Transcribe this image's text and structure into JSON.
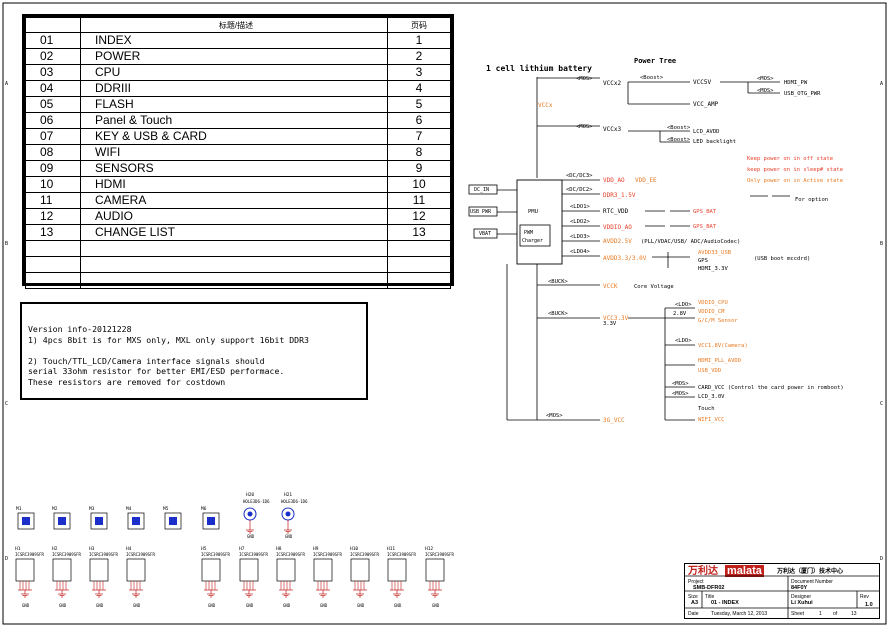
{
  "index": {
    "header_title": "标题/描述",
    "header_page": "页码",
    "rows": [
      {
        "no": "01",
        "title": "INDEX",
        "page": "1"
      },
      {
        "no": "02",
        "title": "POWER",
        "page": "2"
      },
      {
        "no": "03",
        "title": "CPU",
        "page": "3"
      },
      {
        "no": "04",
        "title": "DDRIII",
        "page": "4"
      },
      {
        "no": "05",
        "title": "FLASH",
        "page": "5"
      },
      {
        "no": "06",
        "title": "Panel & Touch",
        "page": "6"
      },
      {
        "no": "07",
        "title": "KEY & USB & CARD",
        "page": "7"
      },
      {
        "no": "08",
        "title": "WIFI",
        "page": "8"
      },
      {
        "no": "09",
        "title": "SENSORS",
        "page": "9"
      },
      {
        "no": "10",
        "title": "HDMI",
        "page": "10"
      },
      {
        "no": "11",
        "title": "CAMERA",
        "page": "11"
      },
      {
        "no": "12",
        "title": "AUDIO",
        "page": "12"
      },
      {
        "no": "13",
        "title": "CHANGE LIST",
        "page": "13"
      }
    ]
  },
  "version_notes": [
    "Version info-20121228",
    "1) 4pcs 8bit is for MXS only, MXL only support 16bit DDR3",
    "",
    "2) Touch/TTL_LCD/Camera interface signals should",
    "serial 33ohm resistor for better EMI/ESD performace.",
    "These resistors are removed for costdown"
  ],
  "power_tree": {
    "title": "Power Tree",
    "battery": "1 cell lithium battery",
    "vccx": "VCCx",
    "mos": "<MOS>",
    "boost": "<Boost>",
    "vccx2": "VCCx2",
    "vccx3": "VCCx3",
    "vcc5v": "VCC5V",
    "vcc_amp": "VCC_AMP",
    "hdmi_pw": "HDMI_PW",
    "usb_otg_pwr": "USB_OTG_PWR",
    "lcd_avdd": "LCD_AVDD",
    "led_backlight": "LED backlight",
    "dc_in": "DC_IN",
    "usb_pwr": "USB PWR",
    "vbat": "VBAT",
    "pmu": "PMU",
    "pwm_charger_1": "PWM",
    "pwm_charger_2": "Charger",
    "dcdc3": "<DC/DC3>",
    "dcdc2": "<DC/DC2>",
    "ldo1": "<LDO1>",
    "ldo2": "<LDO2>",
    "ldo3": "<LDO3>",
    "ldo4": "<LDO4>",
    "buck": "<BUCK>",
    "ldo": "<LDO>",
    "vdd_ao": "VDD_AO",
    "vdd_ee": "VDD_EE",
    "ddr3": "DDR3_1.5V",
    "rtc_vdd": "RTC_VDD",
    "gps_bat": "GPS_BAT",
    "vddio_ao": "VDDIO_AO",
    "gps_bat2": "GPS_BAT",
    "avdd25": "AVDD2.5V",
    "avdd25_note": "(PLL/VDAC/USB/ ADC/AudioCodec)",
    "avdd33": "AVDD3.3/3.0V",
    "avdd33_usb": "AVDD33_USB",
    "gps": "GPS",
    "hdmi_33": "HDMI_3.3V",
    "usb_boot": "(USB boot mccdrd)",
    "vcck": "VCCK",
    "core_voltage": "Core Voltage",
    "vcc3": "VCC3.3V",
    "v33": "3.3V",
    "v28": "2.8V",
    "vddio_cpu": "VDDIO_CPU",
    "vddio_cm": "VDDIO_CM",
    "gcm_sensor": "G/C/M Sensor",
    "vcc18": "VCC1.8V(Camera)",
    "hdmi_pll": "HDMI_PLL_AVDD",
    "usb_vdd": "USB_VDD",
    "card_vcc": "CARD_VCC (Control the card power in romboot)",
    "lcd_30": "LCD_3.0V",
    "touch": "Touch",
    "wifi_vcc": "WIFI_VCC",
    "v3g": "3G_VCC",
    "legend_1": "Keep power on in off state",
    "legend_2": "keep power on in sleep# state",
    "legend_3": "Only power on in Active state",
    "for_option": "For option",
    "color_red": "#e8402a",
    "color_orange": "#e87a22",
    "color_black": "#000000"
  },
  "parts": {
    "m": [
      "M1",
      "M2",
      "M3",
      "M4",
      "M5",
      "M6"
    ],
    "holes": [
      {
        "ref": "H20",
        "val": "HOLE3D6-1D6"
      },
      {
        "ref": "H21",
        "val": "HOLE3D6-1D6"
      }
    ],
    "h": [
      {
        "ref": "H1",
        "val": "ICSRC3909SFR"
      },
      {
        "ref": "H2",
        "val": "ICSRC3909SFR"
      },
      {
        "ref": "H3",
        "val": "ICSRC3909SFR"
      },
      {
        "ref": "H4",
        "val": "ICSRC3909SFR"
      },
      {
        "ref": "H5",
        "val": "ICSRC3909SFR"
      },
      {
        "ref": "H7",
        "val": "ICSRC3909SFR"
      },
      {
        "ref": "H8",
        "val": "ICSRC3909SFR"
      },
      {
        "ref": "H9",
        "val": "ICSRC3909SFR"
      },
      {
        "ref": "H10",
        "val": "ICSRC3909SFR"
      },
      {
        "ref": "H11",
        "val": "ICSRC3909SFR"
      },
      {
        "ref": "H12",
        "val": "ICSRC3909SFR"
      }
    ],
    "gnd": "GND"
  },
  "title_block": {
    "logo_cn": "万利达",
    "logo_en": "malata",
    "company": "万利达（厦门）技术中心",
    "project_label": "Project",
    "project": "SMB-DFR02",
    "doc_label": "Document Number",
    "doc": "84F0Y",
    "size_label": "Size",
    "size": "A3",
    "title_label": "Title",
    "title": "01 - INDEX",
    "designer_label": "Designer",
    "designer": "Li Xuhui",
    "rev_label": "Rev",
    "rev": "1.0",
    "date_label": "Date",
    "date": "Tuesday, March 12, 2013",
    "sheet_label": "Sheet",
    "sheet": "1",
    "of_label": "of",
    "of": "13"
  },
  "border_marks": {
    "a": "A",
    "b": "B",
    "c": "C",
    "d": "D"
  }
}
